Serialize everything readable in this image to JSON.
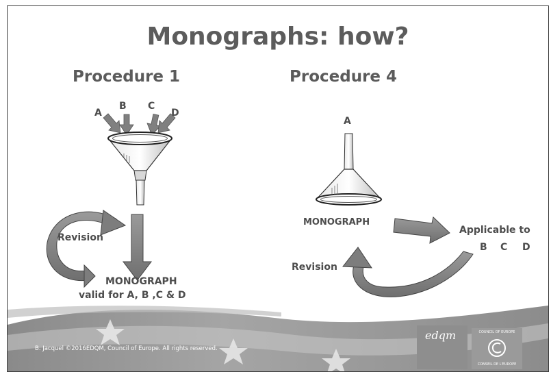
{
  "slide": {
    "title": "Monographs: how?",
    "procedure_1": {
      "heading": "Procedure 1",
      "inputs": [
        "A",
        "B",
        "C",
        "D"
      ],
      "revision_label": "Revision",
      "output_line1": "MONOGRAPH",
      "output_line2": "valid for A, B ,C & D"
    },
    "procedure_4": {
      "heading": "Procedure 4",
      "input": "A",
      "monograph_label": "MONOGRAPH",
      "applicable_label": "Applicable to",
      "applicable_targets": [
        "B",
        "C",
        "D"
      ],
      "revision_label": "Revision"
    },
    "footer": {
      "copyright": "B. Jacquel ©2016EDQM, Council of Europe. All rights reserved.",
      "edqm_logo_text": "edqm",
      "coe_top_text": "COUNCIL OF EUROPE",
      "coe_bottom_text": "CONSEIL DE L'EUROPE"
    },
    "colors": {
      "arrow_fill": "#7d7d7d",
      "text": "#5b5b5b",
      "banner": "#8a8a8a"
    }
  }
}
